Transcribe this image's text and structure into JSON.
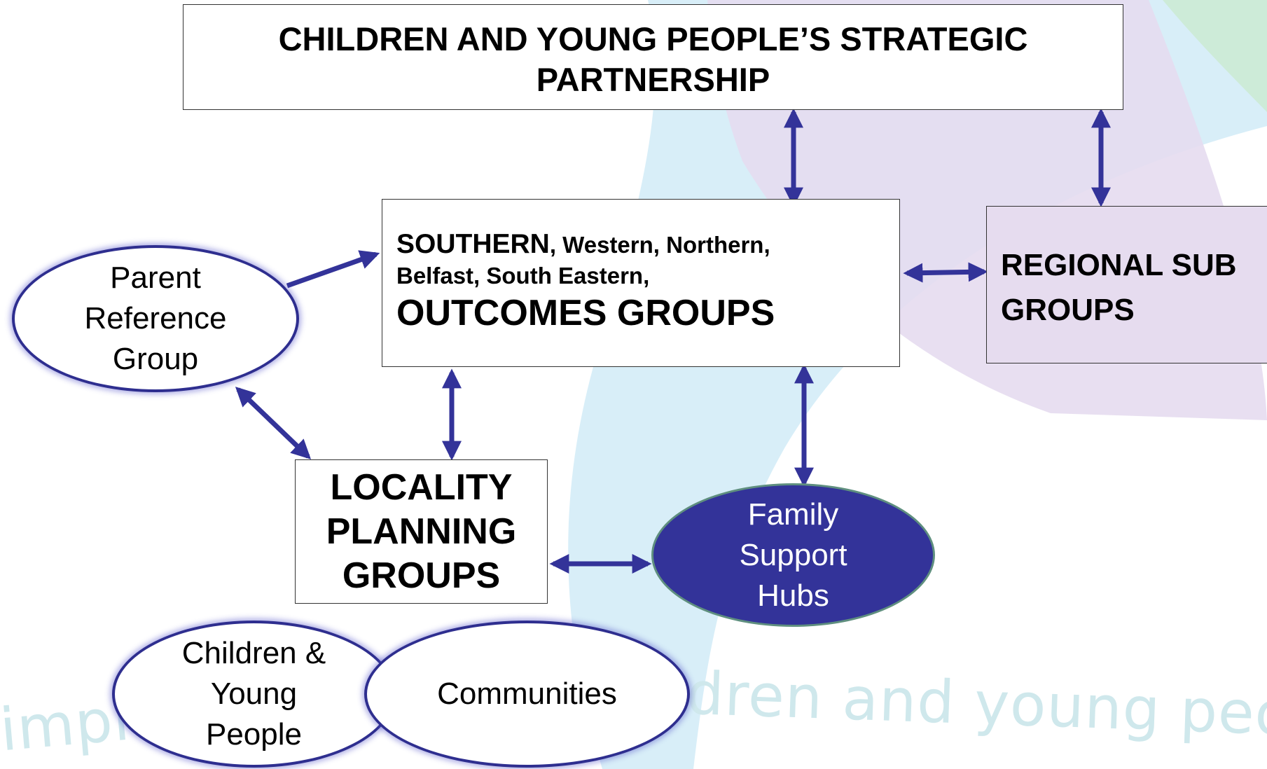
{
  "strategic": {
    "line1": "CHILDREN AND YOUNG PEOPLE’S  STRATEGIC",
    "line2": "PARTNERSHIP"
  },
  "outcomes": {
    "southern": "SOUTHERN",
    "others_line1": ", Western, Northern,",
    "others_line2": "Belfast, South Eastern,",
    "heading": "OUTCOMES GROUPS"
  },
  "regional": {
    "line1": "REGIONAL SUB",
    "line2": "GROUPS"
  },
  "parent": {
    "label": "Parent\nReference\nGroup"
  },
  "locality": {
    "label": "LOCALITY\nPLANNING\nGROUPS"
  },
  "hubs": {
    "label": "Family\nSupport\nHubs"
  },
  "children": {
    "label": "Children &\nYoung\nPeople"
  },
  "communities": {
    "label": "Communities"
  },
  "watermark": {
    "left": "impr",
    "right": "dren and young people"
  },
  "colors": {
    "arrow": "#333399",
    "hub_fill": "#333399",
    "bg_blue": "#d4ecf7",
    "bg_lilac": "#e6dcef",
    "bg_green": "#cdebd8"
  }
}
